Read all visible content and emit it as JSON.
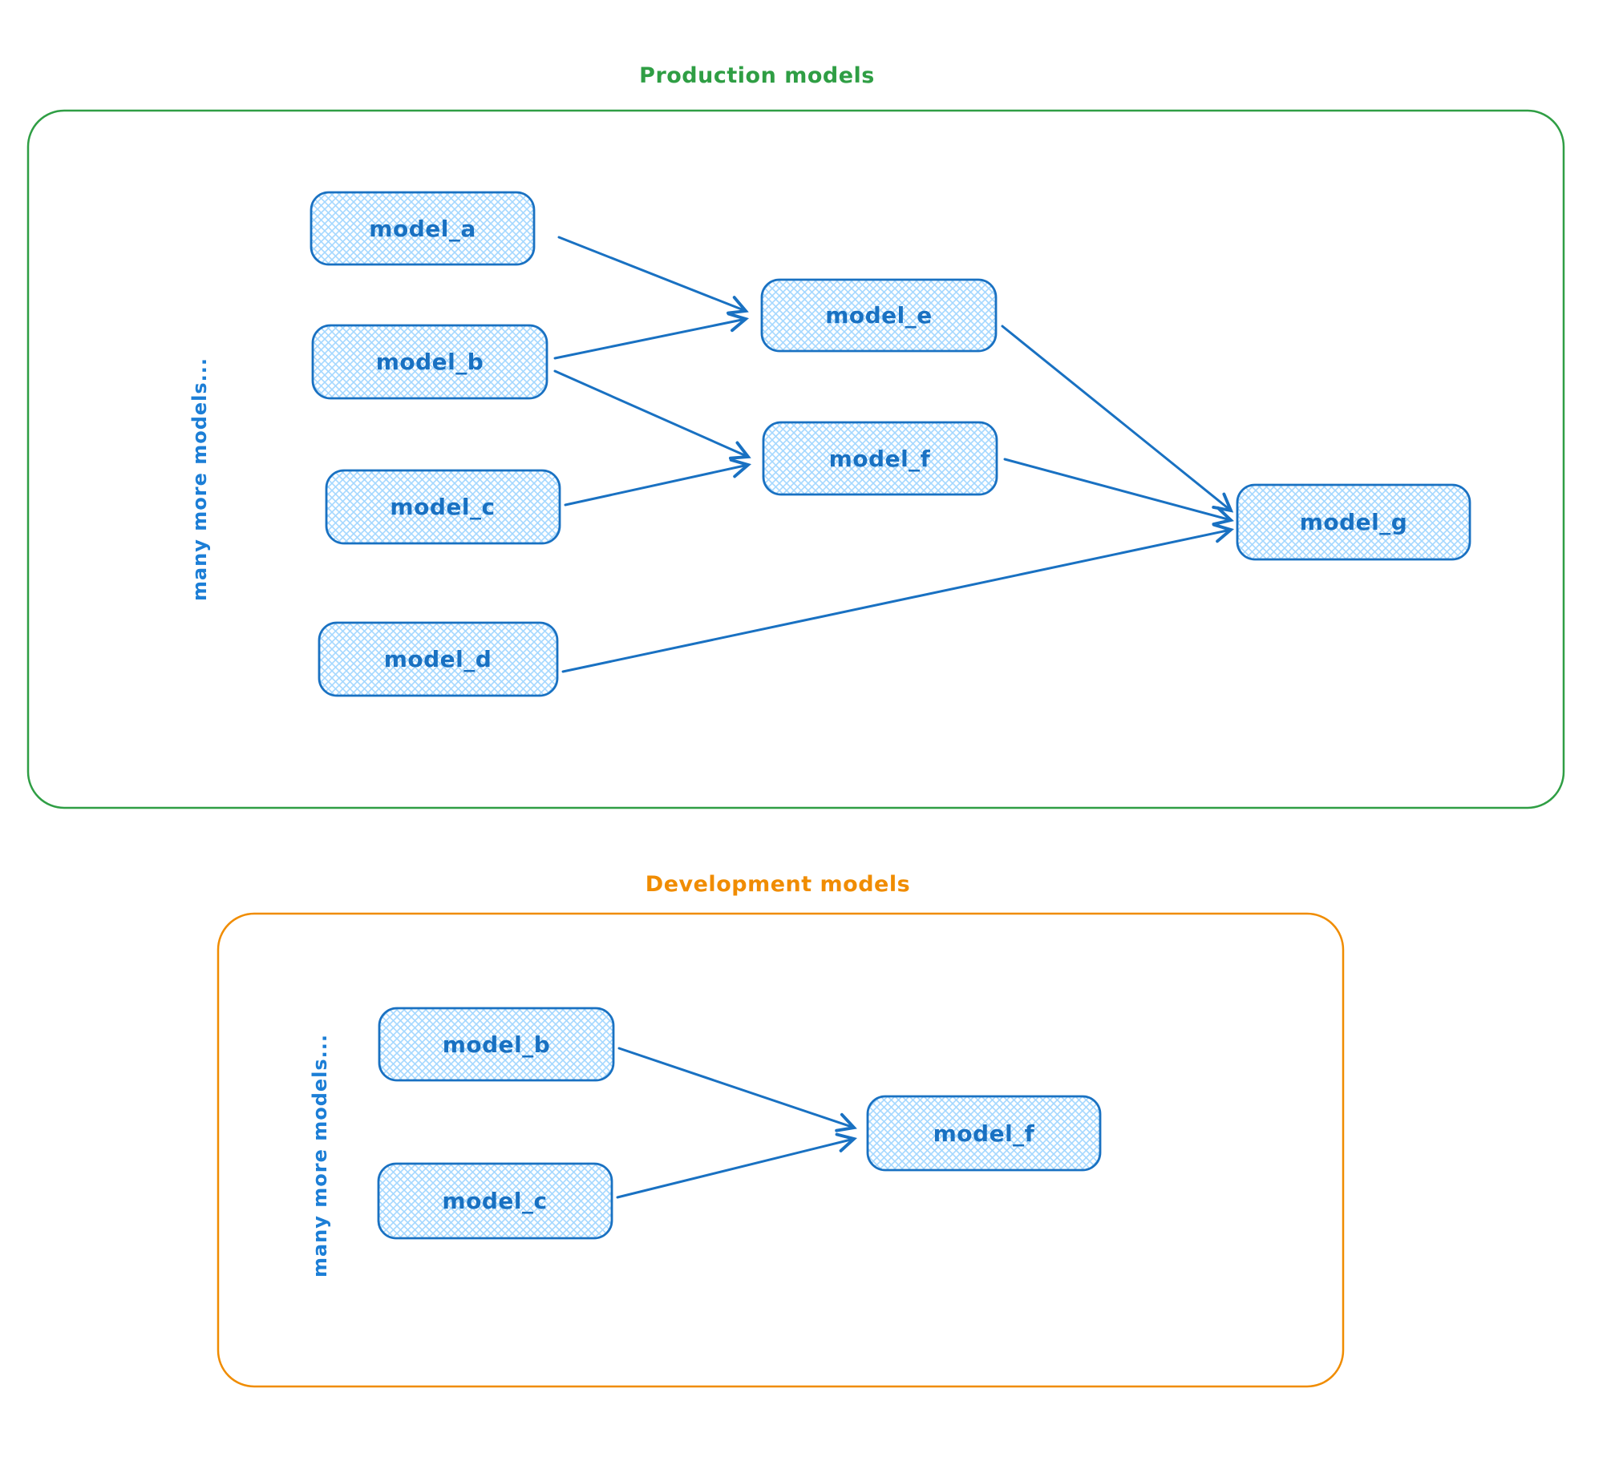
{
  "production": {
    "title": "Production models",
    "side_label": "many more models...",
    "nodes": {
      "a": {
        "label": "model_a"
      },
      "b": {
        "label": "model_b"
      },
      "c": {
        "label": "model_c"
      },
      "d": {
        "label": "model_d"
      },
      "e": {
        "label": "model_e"
      },
      "f": {
        "label": "model_f"
      },
      "g": {
        "label": "model_g"
      }
    },
    "edges": [
      {
        "from": "model_a",
        "to": "model_e"
      },
      {
        "from": "model_b",
        "to": "model_e"
      },
      {
        "from": "model_b",
        "to": "model_f"
      },
      {
        "from": "model_c",
        "to": "model_f"
      },
      {
        "from": "model_e",
        "to": "model_g"
      },
      {
        "from": "model_f",
        "to": "model_g"
      },
      {
        "from": "model_d",
        "to": "model_g"
      }
    ]
  },
  "development": {
    "title": "Development models",
    "side_label": "many more models...",
    "nodes": {
      "b": {
        "label": "model_b"
      },
      "c": {
        "label": "model_c"
      },
      "f": {
        "label": "model_f"
      }
    },
    "edges": [
      {
        "from": "model_b",
        "to": "model_f"
      },
      {
        "from": "model_c",
        "to": "model_f"
      }
    ]
  },
  "colors": {
    "node_stroke": "#1971c2",
    "node_fill_hatch": "#a5d8ff",
    "node_text": "#1971c2",
    "production_accent": "#2f9e44",
    "development_accent": "#f08c00",
    "background": "#ffffff"
  }
}
